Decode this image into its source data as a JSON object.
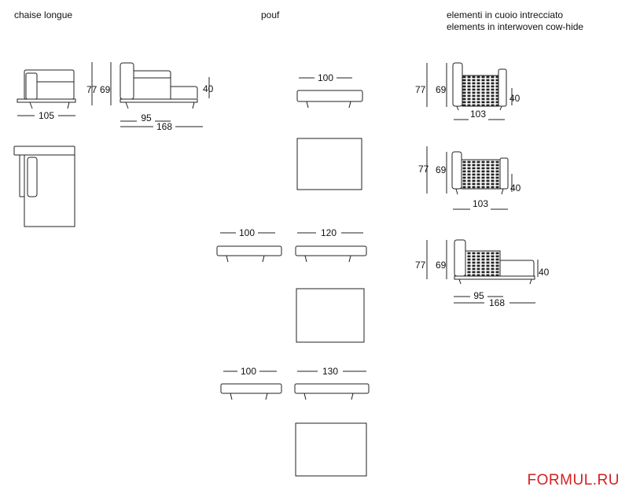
{
  "sections": {
    "chaise": {
      "title": "chaise longue"
    },
    "pouf": {
      "title": "pouf"
    },
    "leather": {
      "title_it": "elementi in cuoio intrecciato",
      "title_en": "elements in interwoven cow-hide"
    }
  },
  "dims": {
    "chaise_front_w": "105",
    "chaise_h_total": "77",
    "chaise_h_seat": "69",
    "chaise_side_h": "40",
    "chaise_side_inner": "95",
    "chaise_side_total": "168",
    "pouf1_w": "100",
    "pouf2a_w": "100",
    "pouf2b_w": "120",
    "pouf3a_w": "100",
    "pouf3b_w": "130",
    "leather1_h_total": "77",
    "leather1_h_back": "69",
    "leather1_h_seat": "40",
    "leather1_w": "103",
    "leather2_h_total": "77",
    "leather2_h_back": "69",
    "leather2_h_seat": "40",
    "leather2_w": "103",
    "leather3_h_total": "77",
    "leather3_h_back": "69",
    "leather3_h_seat": "40",
    "leather3_inner": "95",
    "leather3_total": "168"
  },
  "watermark": "FORMUL.RU"
}
